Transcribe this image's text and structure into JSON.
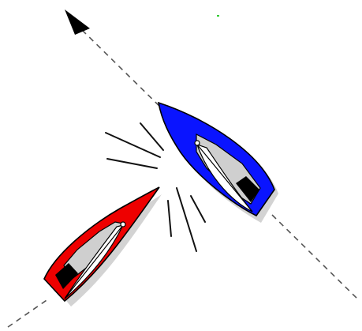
{
  "diagram": {
    "subject": "sailboat-collision",
    "colors": {
      "background": "#ffffff",
      "blue_boat_hull": "#0a14ff",
      "red_boat_hull": "#ee0000",
      "deck": "#cfcfcf",
      "sail": "#ffffff",
      "outline": "#000000",
      "shadow": "#c8c8c8",
      "course_line": "#555555",
      "impact_lines": "#111111"
    },
    "boats": [
      {
        "id": "blue-boat",
        "color_name": "blue",
        "heading_icon": "upwind-port"
      },
      {
        "id": "red-boat",
        "color_name": "red",
        "heading_icon": "upwind-starboard"
      }
    ],
    "course_line": {
      "style": "dashed",
      "arrowhead": "top-left"
    },
    "impact_marks": "collision-burst"
  }
}
